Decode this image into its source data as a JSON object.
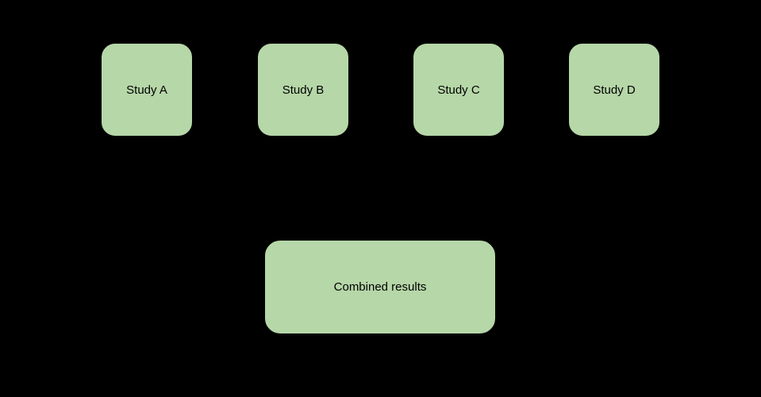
{
  "diagram": {
    "type": "flow-diagram",
    "description": "Meta-analysis style diagram: four study nodes feeding into a combined results node",
    "nodes": [
      {
        "id": "study-a",
        "label": "Study A"
      },
      {
        "id": "study-b",
        "label": "Study B"
      },
      {
        "id": "study-c",
        "label": "Study C"
      },
      {
        "id": "study-d",
        "label": "Study D"
      },
      {
        "id": "combined",
        "label": "Combined results"
      }
    ]
  },
  "colors": {
    "background": "#000000",
    "node_fill": "#b6d7a8",
    "node_border": "#000000",
    "text": "#000000"
  }
}
